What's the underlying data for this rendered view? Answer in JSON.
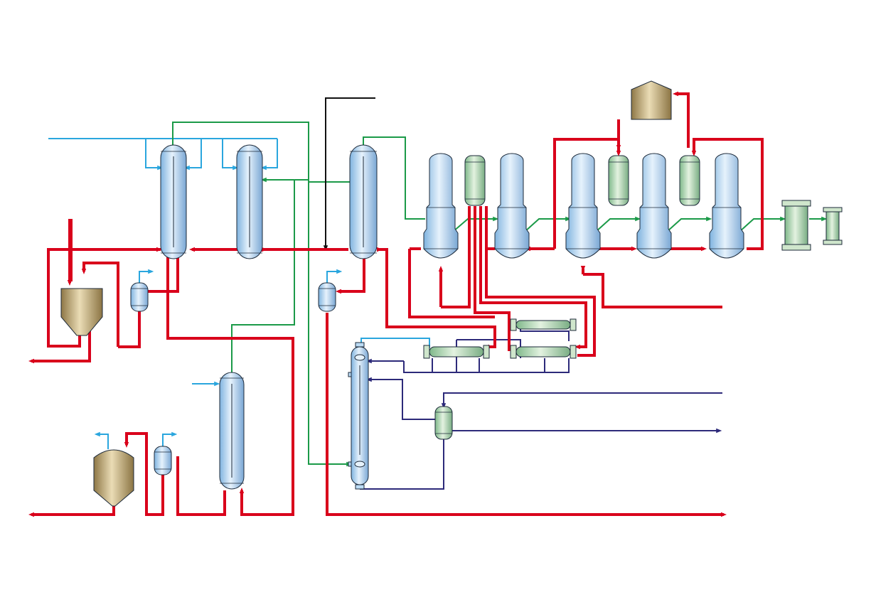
{
  "diagram": {
    "kind": "process flow diagram",
    "labels": []
  },
  "colors": {
    "hot_stream": "#d9001b",
    "vapor_stream": "#1b9a48",
    "cooling_water": "#2aa6de",
    "process_liquid": "#2d2a7a",
    "feed_line": "#111111",
    "column_fill": "#bcdcf5",
    "drum_fill": "#b9dcb9",
    "tank_fill": "#b49c6c"
  },
  "equipment": [
    {
      "id": "column-1",
      "type": "distillation-column"
    },
    {
      "id": "column-2",
      "type": "distillation-column"
    },
    {
      "id": "column-3",
      "type": "distillation-column"
    },
    {
      "id": "stripper-column",
      "type": "distillation-column"
    },
    {
      "id": "evaporator-1",
      "type": "evaporator"
    },
    {
      "id": "evaporator-2",
      "type": "evaporator"
    },
    {
      "id": "evaporator-3",
      "type": "evaporator"
    },
    {
      "id": "evaporator-4",
      "type": "evaporator"
    },
    {
      "id": "evaporator-5",
      "type": "evaporator"
    },
    {
      "id": "separator-1",
      "type": "separator-drum"
    },
    {
      "id": "separator-2",
      "type": "separator-drum"
    },
    {
      "id": "separator-3",
      "type": "separator-drum"
    },
    {
      "id": "reboiler-column",
      "type": "tall-vessel"
    },
    {
      "id": "heat-exchanger-1",
      "type": "shell-and-tube-exchanger"
    },
    {
      "id": "heat-exchanger-2",
      "type": "shell-and-tube-exchanger"
    },
    {
      "id": "heat-exchanger-3",
      "type": "shell-and-tube-exchanger"
    },
    {
      "id": "storage-tank-top",
      "type": "tank"
    },
    {
      "id": "hopper-tank",
      "type": "conical-tank"
    },
    {
      "id": "product-tank",
      "type": "conical-tank"
    },
    {
      "id": "condenser-1",
      "type": "horizontal-drum"
    },
    {
      "id": "condenser-2",
      "type": "horizontal-drum"
    },
    {
      "id": "reflux-drum-1",
      "type": "small-drum"
    },
    {
      "id": "reflux-drum-2",
      "type": "small-drum"
    },
    {
      "id": "reflux-drum-3",
      "type": "small-drum"
    },
    {
      "id": "flash-drum",
      "type": "small-drum"
    }
  ]
}
